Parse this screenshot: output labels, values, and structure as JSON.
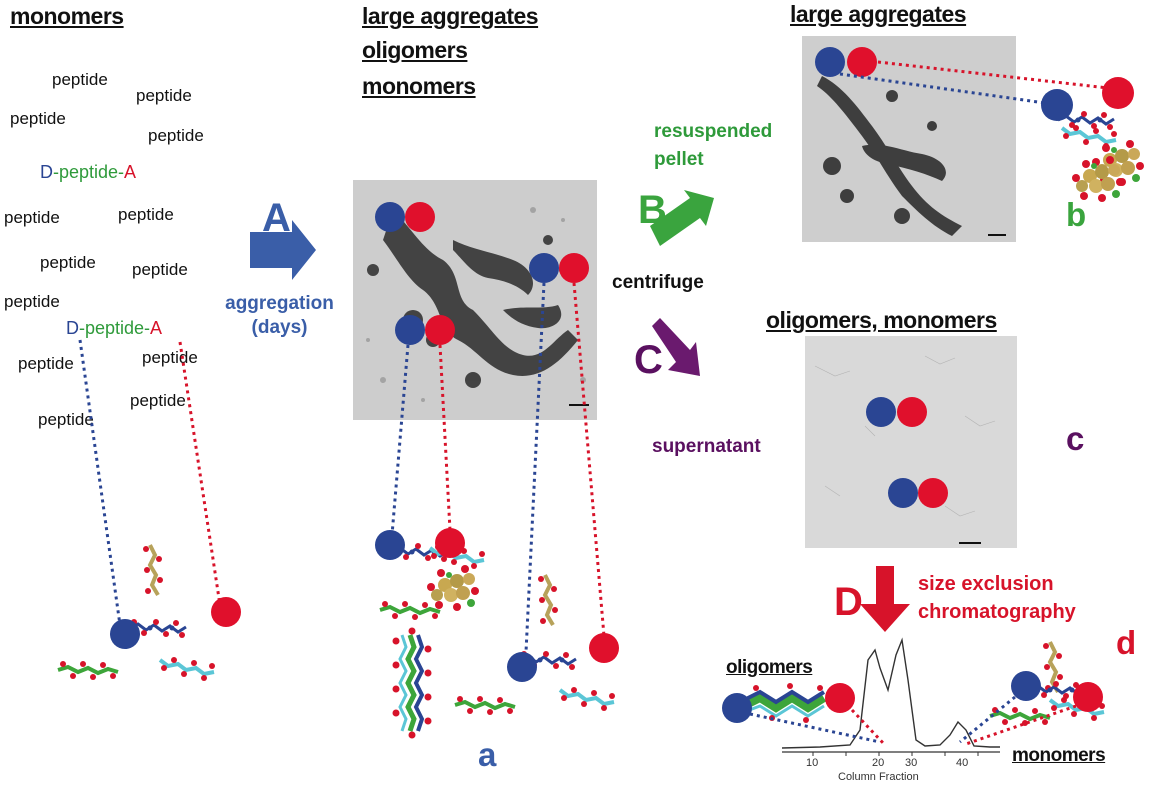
{
  "columns": {
    "left_title": "monomers",
    "middle_titles": [
      "large aggregates",
      "oligomers",
      "monomers"
    ],
    "top_right_title": "large aggregates",
    "mid_right_title": "oligomers, monomers"
  },
  "peptides": {
    "word": "peptide",
    "labeled": {
      "d": "D",
      "mid": "-peptide-",
      "a": "A"
    }
  },
  "steps": {
    "A": {
      "letter": "A",
      "text1": "aggregation",
      "text2": "(days)"
    },
    "B": {
      "letter": "B",
      "text1": "resuspended",
      "text2": "pellet"
    },
    "C": {
      "letter": "C",
      "text": "supernatant"
    },
    "centrifuge": "centrifuge",
    "D": {
      "letter": "D",
      "text1": "size exclusion",
      "text2": "chromatography"
    }
  },
  "panel_labels": {
    "a": "a",
    "b": "b",
    "c": "c",
    "d": "d"
  },
  "chromatogram": {
    "oligomers_label": "oligomers",
    "monomers_label": "monomers",
    "x_axis_label": "Column Fraction",
    "ticks": [
      "10",
      "20",
      "30",
      "40"
    ]
  },
  "colors": {
    "blue": "#2a4593",
    "red": "#e0102c",
    "green": "#2e9a3a",
    "purple": "#5a1060",
    "arrow_blue": "#3a5ea8"
  }
}
